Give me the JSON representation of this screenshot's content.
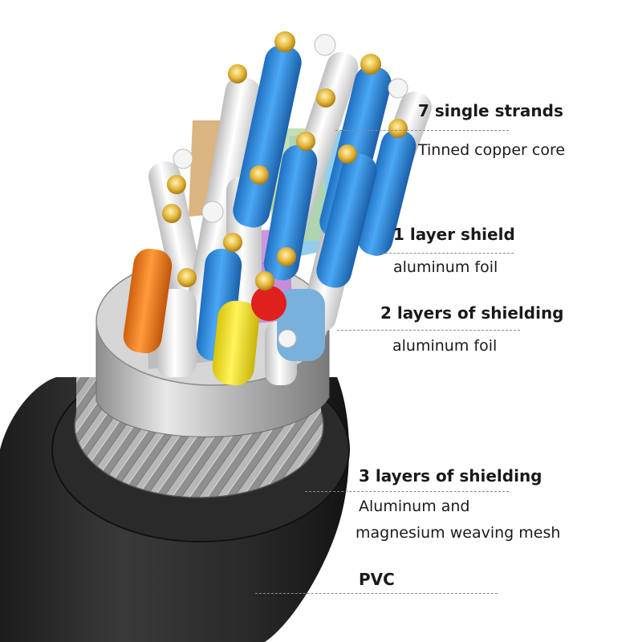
{
  "callouts": [
    {
      "title": "7 single strands",
      "desc": [
        "Tinned copper core"
      ]
    },
    {
      "title": "1 layer shield",
      "desc": [
        "aluminum foil"
      ]
    },
    {
      "title": "2 layers of shielding",
      "desc": [
        "aluminum foil"
      ]
    },
    {
      "title": "3 layers of shielding",
      "desc": [
        "Aluminum and",
        "magnesium weaving mesh"
      ]
    },
    {
      "title": "PVC",
      "desc": []
    }
  ],
  "colors": {
    "jacket": "#2b2b2b",
    "braid": "#9a9a9a",
    "foil_outer": "#c8c8c8",
    "wire_blue": "#2f8fe0",
    "wire_white": "#e8e8e8",
    "wire_orange": "#f07a1e",
    "wire_yellow": "#f2e21c",
    "wire_red": "#e0201c",
    "copper_tin": "#e3b53a",
    "leader_line": "#8a8a8a"
  }
}
